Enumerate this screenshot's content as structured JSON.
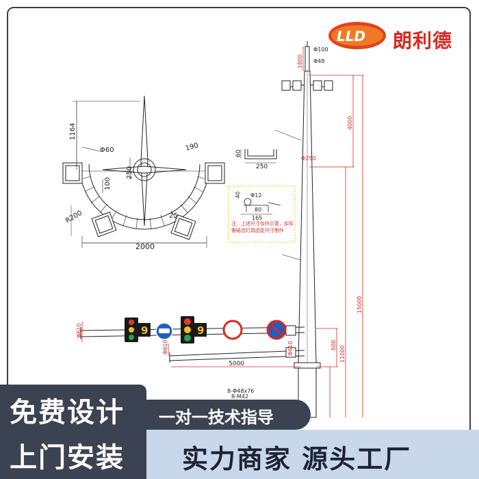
{
  "brand": {
    "name": "朗利德",
    "logo_letters": "LLD"
  },
  "banners": {
    "left_line1": "免费设计",
    "left_line2": "上门安装",
    "middle": "一对一技术指导",
    "bottom": "实力商家 源头工厂"
  },
  "note": "注：上述尺寸仅作示意，实际需结合灯具固定尺寸制作",
  "dims": {
    "top_dia": "Φ100",
    "top_dia2": "Φ48",
    "top_len": "1800",
    "upper_len": "4000",
    "mid_dia": "Φ250",
    "total_len": "15000",
    "sub_len": "11000",
    "arm_gap": "600",
    "arm_len": "5000",
    "arm_dia": "Φ610",
    "arm_dia2": "Φ610",
    "bolts1": "8-Φ48x76",
    "bolts2": "8-M42",
    "plan_h": "1164",
    "plan_d60": "Φ60",
    "plan_190": "190",
    "plan_250": "250",
    "plan_100": "100",
    "plan_r": "R200",
    "plan_25": "25",
    "plan_w": "2000",
    "chan_60": "60",
    "chan_250": "250",
    "br_40": "40",
    "br_12": "Φ12",
    "br_80": "80",
    "br_165": "165"
  }
}
